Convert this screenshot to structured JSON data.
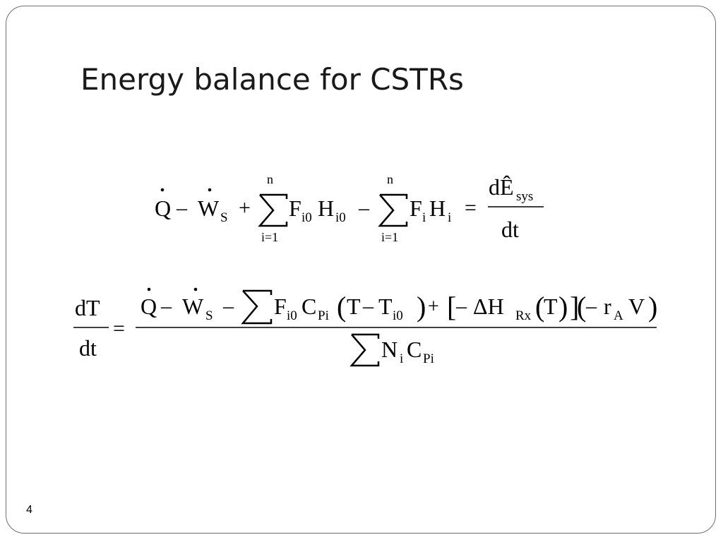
{
  "slide": {
    "title": "Energy balance for CSTRs",
    "page_number": "4"
  },
  "equation_1": {
    "Q": "Q",
    "minus_1": "–",
    "W": "W",
    "W_sub": "S",
    "plus_1": "+",
    "sum_1_upper": "n",
    "sum_1_lower": "i=1",
    "F_1": "F",
    "F_1_sub": "i0",
    "H_1": "H",
    "H_1_sub": "i0",
    "minus_2": "–",
    "sum_2_upper": "n",
    "sum_2_lower": "i=1",
    "F_2": "F",
    "F_2_sub": "i",
    "H_2": "H",
    "H_2_sub": "i",
    "equals": "=",
    "rhs_numerator_d": "d",
    "rhs_numerator_E": "Ê",
    "rhs_numerator_sub": "sys",
    "rhs_denominator": "dt"
  },
  "equation_2": {
    "lhs_numerator": "dT",
    "lhs_denominator": "dt",
    "equals": "=",
    "Q": "Q",
    "minus_1": "–",
    "W": "W",
    "W_sub": "S",
    "minus_2": "–",
    "F": "F",
    "F_sub": "i0",
    "C": "C",
    "C_sub": "Pi",
    "paren_open_1": "(",
    "T": "T",
    "minus_3": "–",
    "T2": "T",
    "T2_sub": "i0",
    "paren_close_1": ")",
    "plus": "+",
    "bracket_open": "[",
    "minus_4": "–",
    "delta_H": "ΔH",
    "delta_H_sub": "Rx",
    "paren_open_2": "(",
    "T3": "T",
    "paren_close_2": ")",
    "bracket_close": "]",
    "paren_open_3": "(",
    "minus_5": "–",
    "r": "r",
    "r_sub": "A",
    "V": "V",
    "paren_close_3": ")",
    "den_N": "N",
    "den_N_sub": "i",
    "den_C": "C",
    "den_C_sub": "Pi"
  }
}
